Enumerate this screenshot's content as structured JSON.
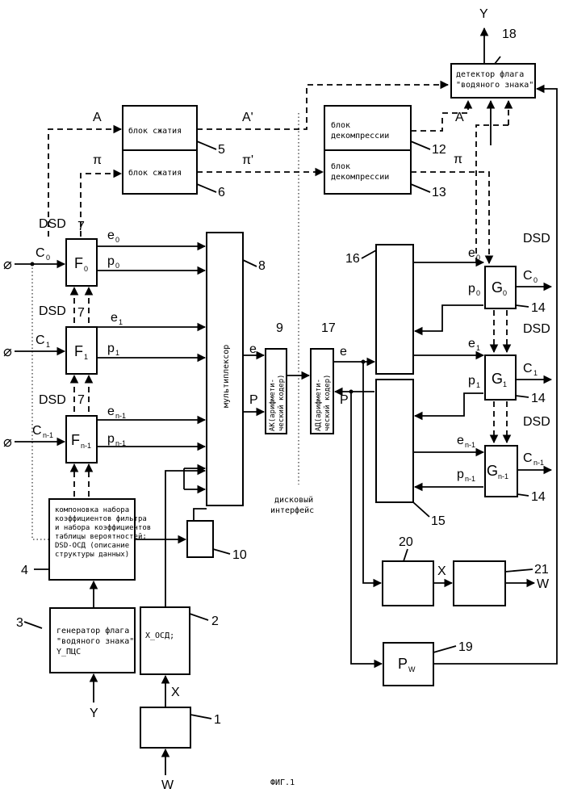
{
  "figure_caption": "ФИГ.1",
  "io": {
    "y_top": "Y",
    "y_bottom": "Y",
    "w_bottom": "W",
    "w_right": "W",
    "x_label": "X",
    "x_right": "X"
  },
  "signals": {
    "A": "A",
    "A_prime": "A'",
    "pi": "π",
    "pi_prime": "π'",
    "A_right": "A",
    "pi_right": "π",
    "dsd": "DSD",
    "c0": "C",
    "c1": "C",
    "cn1": "C",
    "sub0": "0",
    "sub1": "1",
    "subn1": "n-1",
    "e": "e",
    "p": "P",
    "e0": "e",
    "p0": "p",
    "e1": "e",
    "p1": "p",
    "en1": "e",
    "pn1": "p",
    "gnd": "⌀"
  },
  "blocks": {
    "b1": {
      "num": "1"
    },
    "b2": {
      "label": "X_ОСД;",
      "num": "2"
    },
    "b3": {
      "line1": "генератор флага",
      "line2": "\"водяного знака\"",
      "line3": "Y_ПЦС",
      "num": "3"
    },
    "b4": {
      "line1": "компоновка набора",
      "line2": "коэффициентов фильтра",
      "line3": "и набора коэффициентов",
      "line4": "таблицы вероятностей;",
      "line5": "DSD-ОСД (описание",
      "line6": "структуры данных)",
      "num": "4"
    },
    "b5": {
      "label": "блок сжатия",
      "num": "5"
    },
    "b6": {
      "label": "блок сжатия",
      "num": "6"
    },
    "f": {
      "f": "F",
      "num": "7"
    },
    "b8": {
      "label": "мультиплексор",
      "num": "8"
    },
    "b9": {
      "line1": "АК(арифмети-",
      "line2": "ческий кодер)",
      "num": "9"
    },
    "b10": {
      "num": "10"
    },
    "b12": {
      "line1": "блок",
      "line2": "декомпрессии",
      "num": "12"
    },
    "b13": {
      "line1": "блок",
      "line2": "декомпрессии",
      "num": "13"
    },
    "g": {
      "g": "G",
      "num": "14"
    },
    "b15": {
      "num": "15"
    },
    "b16": {
      "num": "16"
    },
    "b17": {
      "line1": "АД(арифмети-",
      "line2": "ческий кодер)",
      "num": "17"
    },
    "b18": {
      "line1": "детектор флага",
      "line2": "\"водяного знака\"",
      "num": "18"
    },
    "b19": {
      "label": "P",
      "sub": "W",
      "num": "19"
    },
    "b20": {
      "num": "20"
    },
    "b21": {
      "num": "21"
    }
  },
  "disk_interface": {
    "line1": "дисковый",
    "line2": "интерфейс"
  }
}
